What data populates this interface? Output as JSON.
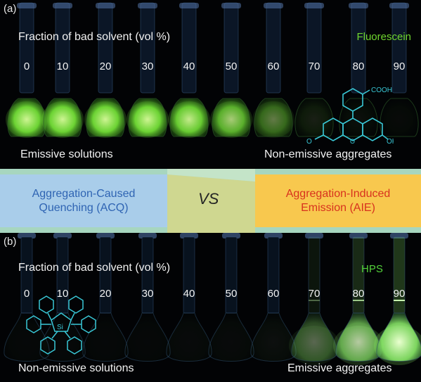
{
  "panel_a": {
    "label": "(a)",
    "fraction_title": "Fraction of bad solvent (vol %)",
    "sample_name": "Fluorescein",
    "fractions": [
      "0",
      "10",
      "20",
      "30",
      "40",
      "50",
      "60",
      "70",
      "80",
      "90"
    ],
    "caption_left": "Emissive solutions",
    "caption_right": "Non-emissive aggregates",
    "molecule_label": "COOH",
    "atom_o": "O",
    "atom_oh": "OH",
    "emission_intensity": [
      1.0,
      1.0,
      1.0,
      1.0,
      0.95,
      0.8,
      0.45,
      0.12,
      0.05,
      0.03
    ],
    "emission_color": "#7bf03a"
  },
  "middle": {
    "acq_line1": "Aggregation-Caused",
    "acq_line2": "Quenching (ACQ)",
    "vs": "VS",
    "aie_line1": "Aggregation-Induced",
    "aie_line2": "Emission (AIE)",
    "acq_color": "#a9cdea",
    "aie_color": "#f8c84e",
    "band_color": "#a7d6bf"
  },
  "panel_b": {
    "label": "(b)",
    "fraction_title": "Fraction of bad solvent (vol %)",
    "sample_name": "HPS",
    "fractions": [
      "0",
      "10",
      "20",
      "30",
      "40",
      "50",
      "60",
      "70",
      "80",
      "90"
    ],
    "caption_left": "Non-emissive solutions",
    "caption_right": "Emissive aggregates",
    "atom_si": "Si",
    "emission_intensity": [
      0.02,
      0.02,
      0.02,
      0.02,
      0.03,
      0.03,
      0.05,
      0.35,
      0.75,
      1.0
    ],
    "emission_color": "#8cf06a"
  }
}
